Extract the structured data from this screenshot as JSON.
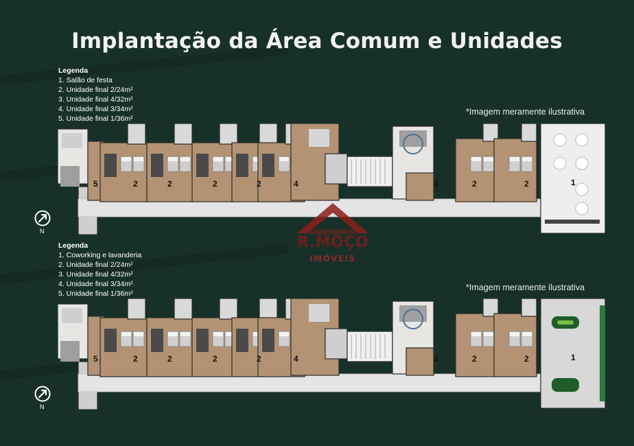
{
  "title": "Implantação da Área Comum e Unidades",
  "plans": [
    {
      "legend_title": "Legenda",
      "legend_items": [
        "1. Salão de festa",
        "2. Unidade final 2/24m²",
        "3. Unidade final 4/32m²",
        "4. Unidade final 3/34m²",
        "5. Unidade final 1/36m²"
      ],
      "caption": "*Imagem meramente ilustrativa",
      "unit_markers": [
        "5",
        "2",
        "2",
        "2",
        "2",
        "4",
        "3",
        "2",
        "2",
        "1"
      ],
      "north_label": "N"
    },
    {
      "legend_title": "Legenda",
      "legend_items": [
        "1. Coworking e lavanderia",
        "2. Unidade final 2/24m²",
        "3. Unidade final 4/32m²",
        "4. Unidade final 3/34m²",
        "5. Unidade final 1/36m²"
      ],
      "caption": "*Imagem meramente ilustrativa",
      "unit_markers": [
        "5",
        "2",
        "2",
        "2",
        "2",
        "4",
        "3",
        "2",
        "2",
        "1"
      ],
      "north_label": "N"
    }
  ],
  "watermark": {
    "brand": "R.MOÇO",
    "sub": "IMÓVEIS"
  },
  "colors": {
    "background": "#173129",
    "title": "#f2f2f2",
    "corridor": "#dedede",
    "watermark": "#7d1b18"
  }
}
